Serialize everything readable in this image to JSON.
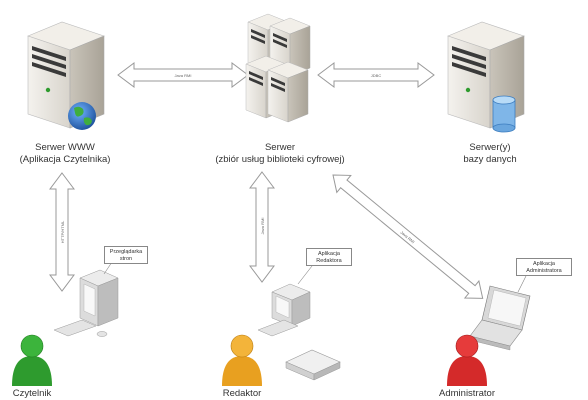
{
  "nodes": {
    "www": {
      "line1": "Serwer WWW",
      "line2": "(Aplikacja Czytelnika)"
    },
    "central": {
      "line1": "Serwer",
      "line2": "(zbiór usług biblioteki cyfrowej)"
    },
    "db": {
      "line1": "Serwer(y)",
      "line2": "bazy danych"
    }
  },
  "users": {
    "reader": "Czytelnik",
    "editor": "Redaktor",
    "admin": "Administrator"
  },
  "notes": {
    "browser": {
      "line1": "Przeglądarka",
      "line2": "stron"
    },
    "editor_app": {
      "line1": "Aplikacja",
      "line2": "Redaktora"
    },
    "admin_app": {
      "line1": "Aplikacja",
      "line2": "Administratora"
    }
  },
  "connections": {
    "www_central": "Java RMI",
    "central_db": "JDBC",
    "www_reader": "HTTP/HTML",
    "central_editor": "Java RMI",
    "central_admin": "Java RMI"
  },
  "colors": {
    "server_body": "#ede9e2",
    "reader_person": "#2e9b2e",
    "editor_person": "#e8a020",
    "admin_person": "#d42a2a",
    "globe": "#2a6fc4",
    "database": "#7fb6e8"
  }
}
